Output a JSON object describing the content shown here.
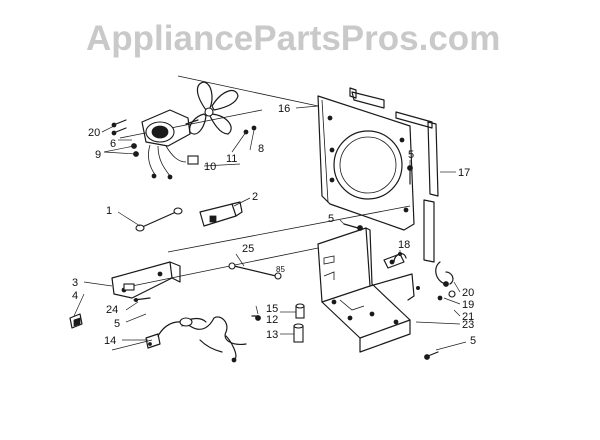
{
  "watermark": "AppliancePartsPros.com",
  "colors": {
    "line": "#1a1a1a",
    "watermark": "#c9c9c9",
    "background": "#ffffff"
  },
  "callouts": {
    "c1": "1",
    "c2": "2",
    "c3": "3",
    "c4": "4",
    "c5a": "5",
    "c5b": "5",
    "c5c": "5",
    "c5d": "5",
    "c6": "6",
    "c8": "8",
    "c9": "9",
    "c10": "10",
    "c11": "11",
    "c12": "12",
    "c13": "13",
    "c14": "14",
    "c15": "15",
    "c16": "16",
    "c17": "17",
    "c18": "18",
    "c19": "19",
    "c20a": "20",
    "c20b": "20",
    "c21": "21",
    "c23": "23",
    "c24": "24",
    "c25": "25",
    "c85": "85"
  }
}
